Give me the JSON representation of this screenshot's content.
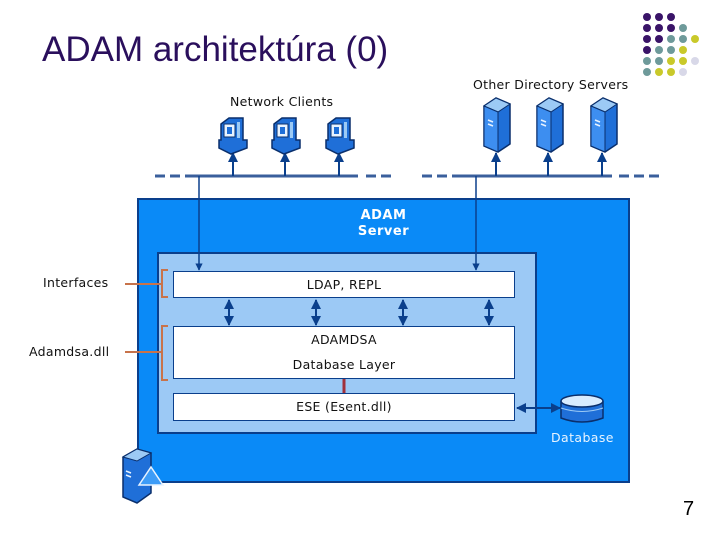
{
  "slide": {
    "title": "ADAM architektúra (0)",
    "page_number": "7"
  },
  "diagram": {
    "network_clients_label": "Network Clients",
    "other_servers_label": "Other Directory Servers",
    "server_title_line1": "ADAM",
    "server_title_line2": "Server",
    "interfaces_label": "Interfaces",
    "adamdsa_dll_label": "Adamdsa.dll",
    "layers": {
      "ldap": "LDAP, REPL",
      "adamdsa": "ADAMDSA",
      "database_layer": "Database Layer",
      "ese": "ESE (Esent.dll)"
    },
    "database_label": "Database",
    "colors": {
      "server_blue": "#0a8af7",
      "inner_blue": "#9cc9f5",
      "line_blue": "#0a3f8c",
      "bracket_orange": "#c8734a",
      "title_purple": "#2a0f5c"
    }
  }
}
